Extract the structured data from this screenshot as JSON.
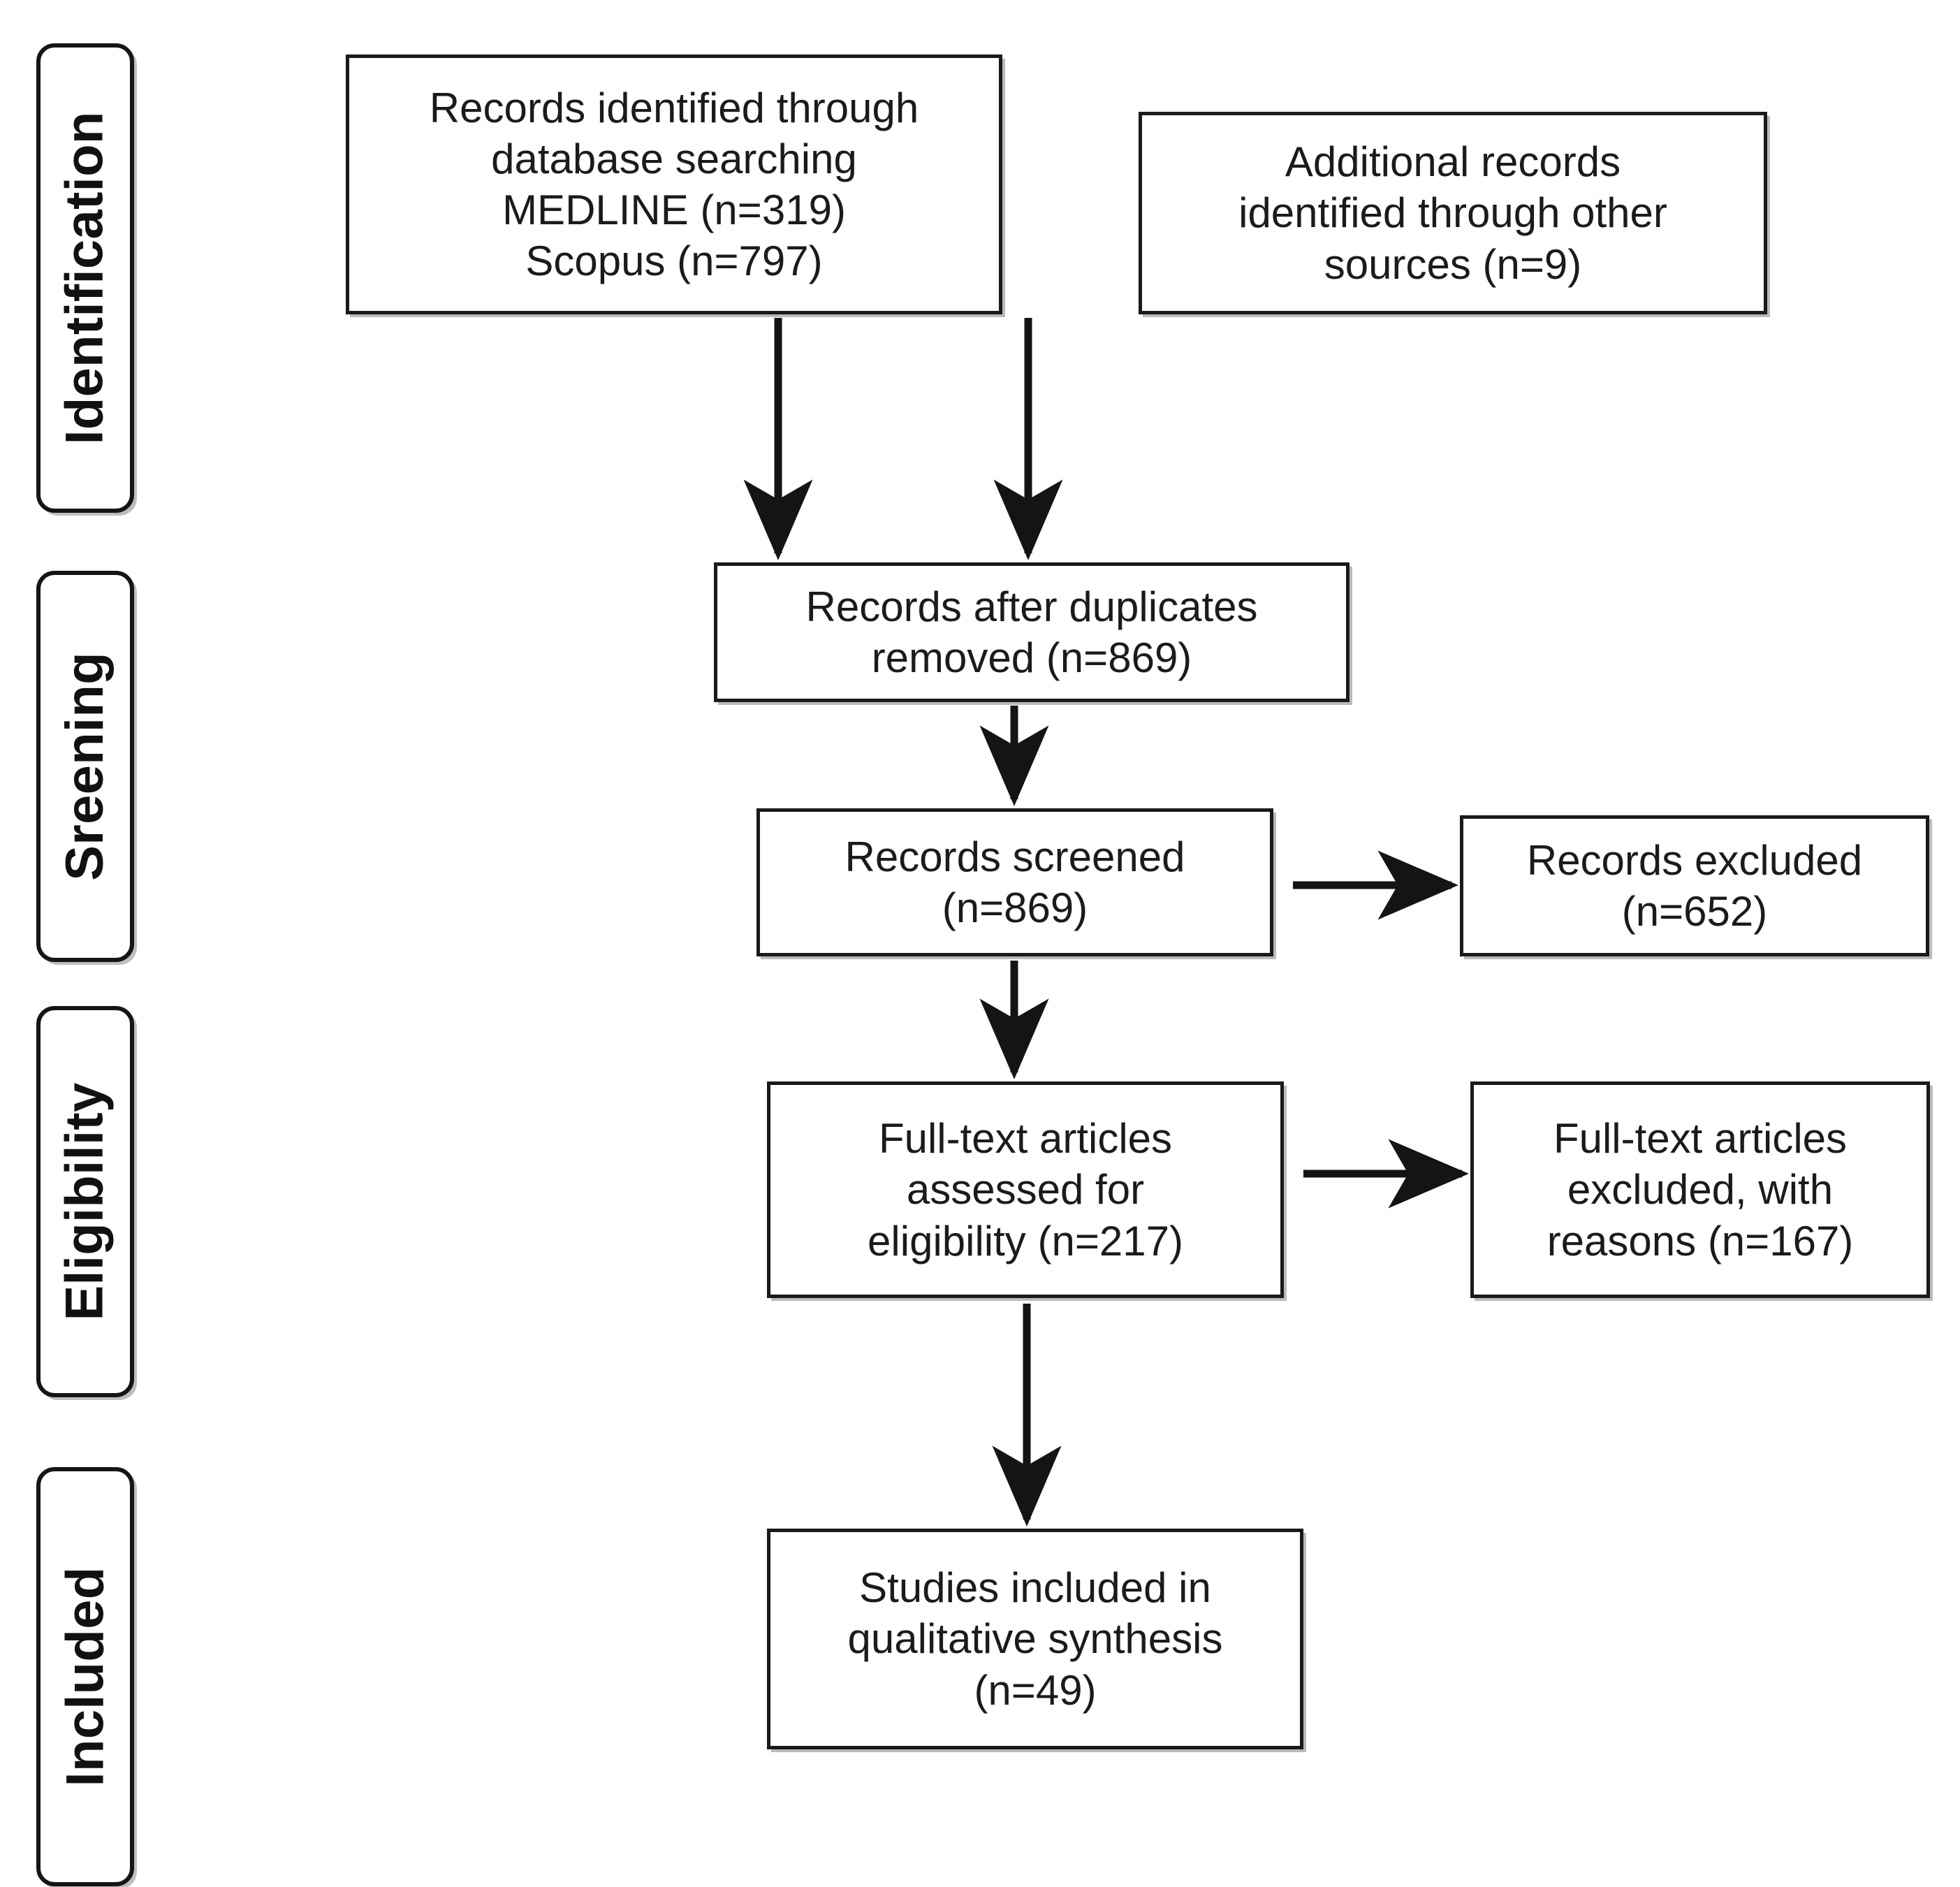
{
  "diagram": {
    "type": "prisma-flow-diagram",
    "title": "PRISMA flow diagram",
    "accent_color": "#1a1a1a",
    "background_color": "#ffffff"
  },
  "stage_labels": [
    {
      "id": "identification",
      "label": "Identification"
    },
    {
      "id": "screening",
      "label": "Sreening"
    },
    {
      "id": "eligibility",
      "label": "Eligibility"
    },
    {
      "id": "included",
      "label": "Included"
    }
  ],
  "boxes": {
    "database_records": {
      "text": "Records identified through\ndatabase searching\nMEDLINE (n=319)\nScopus (n=797)",
      "sources": [
        {
          "name": "MEDLINE",
          "n": 319
        },
        {
          "name": "Scopus",
          "n": 797
        }
      ]
    },
    "other_records": {
      "text": "Additional records\nidentified through other\nsources (n=9)",
      "n": 9
    },
    "duplicates_removed": {
      "text": "Records after duplicates\nremoved (n=869)",
      "n": 869
    },
    "records_screened": {
      "text": "Records screened\n(n=869)",
      "n": 869
    },
    "records_excluded": {
      "text": "Records excluded\n(n=652)",
      "n": 652
    },
    "fulltext_assessed": {
      "text": "Full-text articles\nassessed for\neligibility (n=217)",
      "n": 217
    },
    "fulltext_excluded": {
      "text": "Full-text articles\nexcluded, with\nreasons (n=167)",
      "n": 167
    },
    "studies_included": {
      "text": "Studies included in\nqualitative synthesis\n(n=49)",
      "n": 49
    }
  },
  "connectors": [
    {
      "id": "db-to-duplicates",
      "from": "database_records",
      "to": "duplicates_removed",
      "direction": "down"
    },
    {
      "id": "other-to-duplicates",
      "from": "other_records",
      "to": "duplicates_removed",
      "direction": "down"
    },
    {
      "id": "duplicates-to-screened",
      "from": "duplicates_removed",
      "to": "records_screened",
      "direction": "down"
    },
    {
      "id": "screened-to-excluded",
      "from": "records_screened",
      "to": "records_excluded",
      "direction": "right"
    },
    {
      "id": "screened-to-fulltext",
      "from": "records_screened",
      "to": "fulltext_assessed",
      "direction": "down"
    },
    {
      "id": "fulltext-to-excluded",
      "from": "fulltext_assessed",
      "to": "fulltext_excluded",
      "direction": "right"
    },
    {
      "id": "fulltext-to-included",
      "from": "fulltext_assessed",
      "to": "studies_included",
      "direction": "down"
    }
  ]
}
